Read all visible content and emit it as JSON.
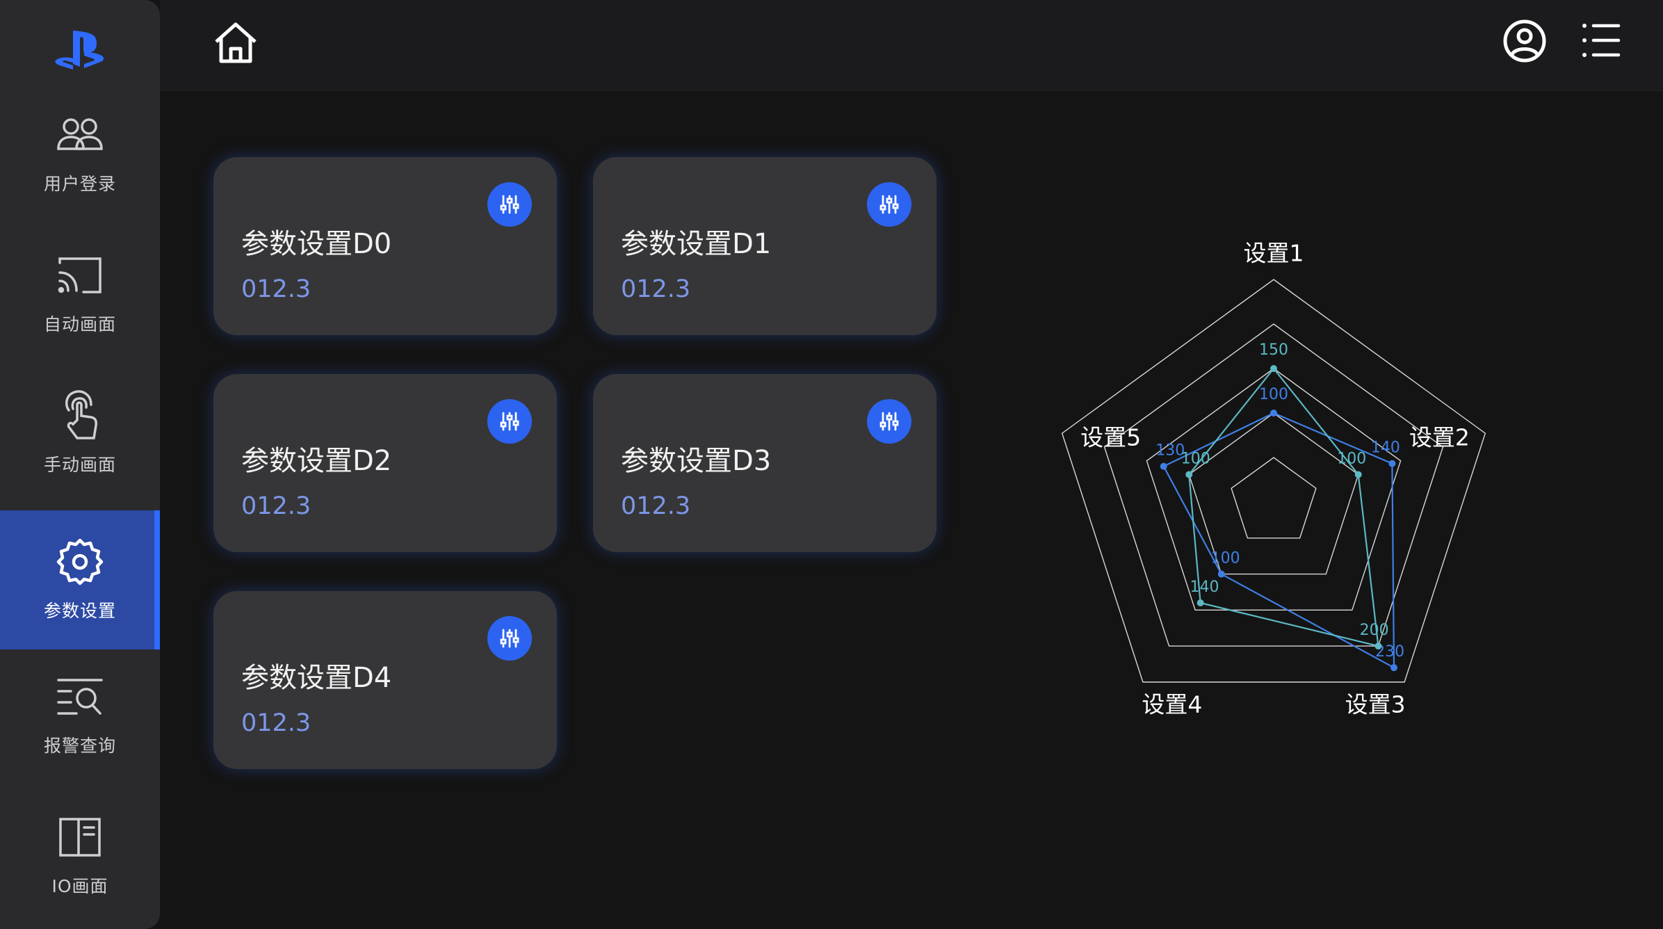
{
  "sidebar": {
    "logo": "playstation-logo",
    "items": [
      {
        "label": "用户登录",
        "icon": "users-icon",
        "active": false
      },
      {
        "label": "自动画面",
        "icon": "cast-icon",
        "active": false
      },
      {
        "label": "手动画面",
        "icon": "touch-icon",
        "active": false
      },
      {
        "label": "参数设置",
        "icon": "gear-icon",
        "active": true
      },
      {
        "label": "报警查询",
        "icon": "search-list-icon",
        "active": false
      },
      {
        "label": "IO画面",
        "icon": "panel-icon",
        "active": false
      }
    ]
  },
  "header": {
    "home_icon": "home-icon",
    "user_icon": "user-circle-icon",
    "menu_icon": "list-menu-icon"
  },
  "cards": [
    {
      "title": "参数设置D0",
      "value": "012.3"
    },
    {
      "title": "参数设置D1",
      "value": "012.3"
    },
    {
      "title": "参数设置D2",
      "value": "012.3"
    },
    {
      "title": "参数设置D3",
      "value": "012.3"
    },
    {
      "title": "参数设置D4",
      "value": "012.3"
    }
  ],
  "colors": {
    "accent": "#2c63f0",
    "active_nav": "#2c49a3",
    "series_a": "#3f7fe6",
    "series_b": "#5cb8c4",
    "card_bg": "#363638",
    "value_text": "#7d97e8"
  },
  "chart_data": {
    "type": "radar",
    "axes": [
      "设置1",
      "设置2",
      "设置3",
      "设置4",
      "设置5"
    ],
    "max": 250,
    "rings": 5,
    "series": [
      {
        "values": [
          100,
          140,
          230,
          100,
          130
        ],
        "color": "#3f7fe6"
      },
      {
        "values": [
          150,
          100,
          200,
          140,
          100
        ],
        "color": "#5cb8c4"
      }
    ]
  }
}
